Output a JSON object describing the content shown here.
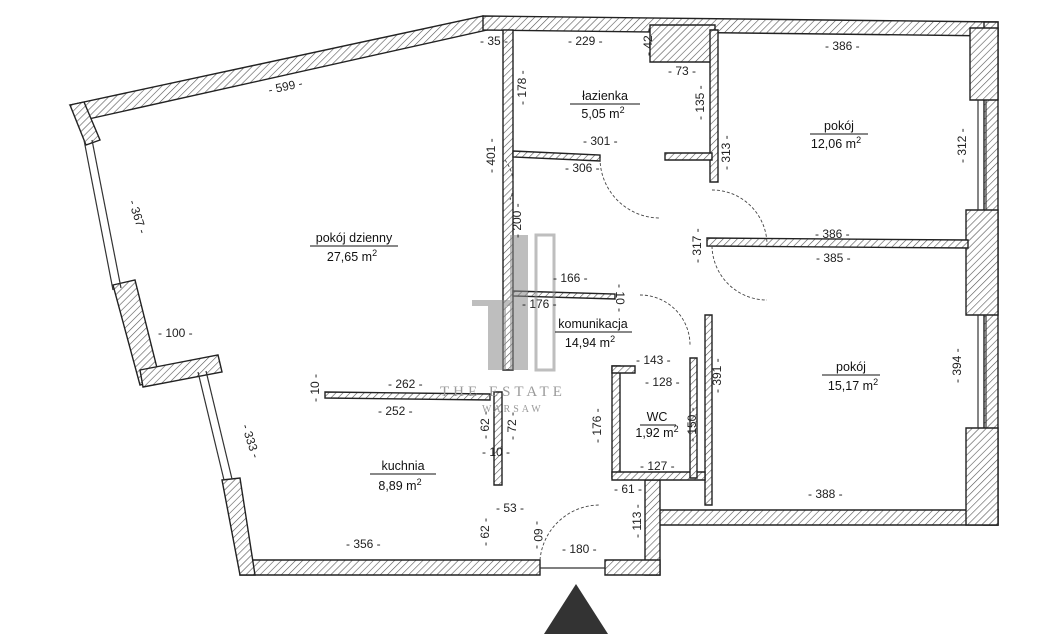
{
  "rooms": [
    {
      "id": "lazienka",
      "name": "łazienka",
      "area": "5,05 m",
      "sup": "2"
    },
    {
      "id": "pokoj-1",
      "name": "pokój",
      "area": "12,06 m",
      "sup": "2"
    },
    {
      "id": "pokoj-dzienny",
      "name": "pokój dzienny",
      "area": "27,65 m",
      "sup": "2"
    },
    {
      "id": "komunikacja",
      "name": "komunikacja",
      "area": "14,94 m",
      "sup": "2"
    },
    {
      "id": "pokoj-2",
      "name": "pokój",
      "area": "15,17 m",
      "sup": "2"
    },
    {
      "id": "wc",
      "name": "WC",
      "area": "1,92 m",
      "sup": "2"
    },
    {
      "id": "kuchnia",
      "name": "kuchnia",
      "area": "8,89 m",
      "sup": "2"
    }
  ],
  "dimensions": [
    "- 599 -",
    "- 35 -",
    "- 229 -",
    "- 42 -",
    "- 73 -",
    "- 386 -",
    "- 178 -",
    "- 135 -",
    "- 301 -",
    "- 306 -",
    "- 313 -",
    "- 312 -",
    "- 401 -",
    "- 367 -",
    "- 200 -",
    "- 386 -",
    "- 385 -",
    "- 317 -",
    "- 166 -",
    "- 176 -",
    "- 10 -",
    "- 100 -",
    "- 143 -",
    "- 128 -",
    "- 391 -",
    "- 394 -",
    "- 262 -",
    "- 10 -",
    "- 252 -",
    "- 333 -",
    "- 62 -",
    "- 72 -",
    "- 176 -",
    "WC",
    "- 150 -",
    "- 10 -",
    "- 127 -",
    "- 388 -",
    "- 61 -",
    "- 53 -",
    "- 113 -",
    "- 62 -",
    "- 60 -",
    "- 356 -",
    "- 180 -"
  ],
  "watermark": {
    "brand": "THE ESTATE",
    "city": "WARSAW"
  }
}
